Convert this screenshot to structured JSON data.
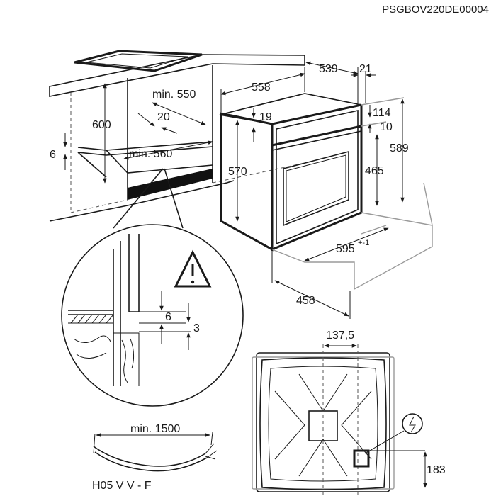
{
  "header": {
    "product_code": "PSGBOV220DE00004"
  },
  "niche_dimensions": {
    "height": "600",
    "depth": "min. 550",
    "gap": "20",
    "width": "min. 560",
    "shelf": "6"
  },
  "oven_dimensions": {
    "depth_total": "558",
    "depth_body": "539",
    "front_depth": "21",
    "top_offset": "19",
    "top_gap": "114",
    "top_gap_small": "10",
    "height_total": "589",
    "body_height": "570",
    "door_height": "465",
    "width": "595",
    "width_tolerance": "+-1",
    "depth_bottom": "458"
  },
  "detail_view": {
    "gap_a": "6",
    "gap_b": "3"
  },
  "cable": {
    "length": "min. 1500",
    "type": "H05 V V - F"
  },
  "back_view": {
    "offset_x": "137,5",
    "offset_y": "183"
  }
}
